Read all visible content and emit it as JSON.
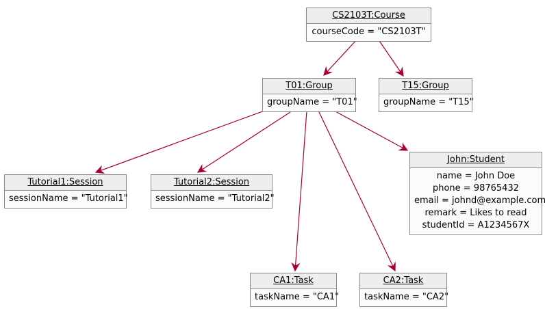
{
  "diagram": {
    "type": "uml-object-diagram",
    "colors": {
      "arrow": "#A80036",
      "border": "#888888",
      "header_fill": "#EEEEEE",
      "body_fill": "#FBFBFB",
      "text": "#000000",
      "background": "#FFFFFF"
    },
    "objects": [
      {
        "id": "course",
        "title": "CS2103T:Course",
        "attributes": [
          "courseCode = \"CS2103T\""
        ]
      },
      {
        "id": "t01",
        "title": "T01:Group",
        "attributes": [
          "groupName = \"T01\""
        ]
      },
      {
        "id": "t15",
        "title": "T15:Group",
        "attributes": [
          "groupName = \"T15\""
        ]
      },
      {
        "id": "tutorial1",
        "title": "Tutorial1:Session",
        "attributes": [
          "sessionName = \"Tutorial1\""
        ]
      },
      {
        "id": "tutorial2",
        "title": "Tutorial2:Session",
        "attributes": [
          "sessionName = \"Tutorial2\""
        ]
      },
      {
        "id": "john",
        "title": "John:Student",
        "attributes": [
          "name = John Doe",
          "phone = 98765432",
          "email = johnd@example.com",
          "remark = Likes to read",
          "studentId = A1234567X"
        ]
      },
      {
        "id": "ca1",
        "title": "CA1:Task",
        "attributes": [
          "taskName = \"CA1\""
        ]
      },
      {
        "id": "ca2",
        "title": "CA2:Task",
        "attributes": [
          "taskName = \"CA2\""
        ]
      }
    ],
    "edges": [
      {
        "from": "CS2103T:Course",
        "to": "T01:Group"
      },
      {
        "from": "CS2103T:Course",
        "to": "T15:Group"
      },
      {
        "from": "T01:Group",
        "to": "Tutorial1:Session"
      },
      {
        "from": "T01:Group",
        "to": "Tutorial2:Session"
      },
      {
        "from": "T01:Group",
        "to": "CA1:Task"
      },
      {
        "from": "T01:Group",
        "to": "CA2:Task"
      },
      {
        "from": "T01:Group",
        "to": "John:Student"
      }
    ]
  }
}
